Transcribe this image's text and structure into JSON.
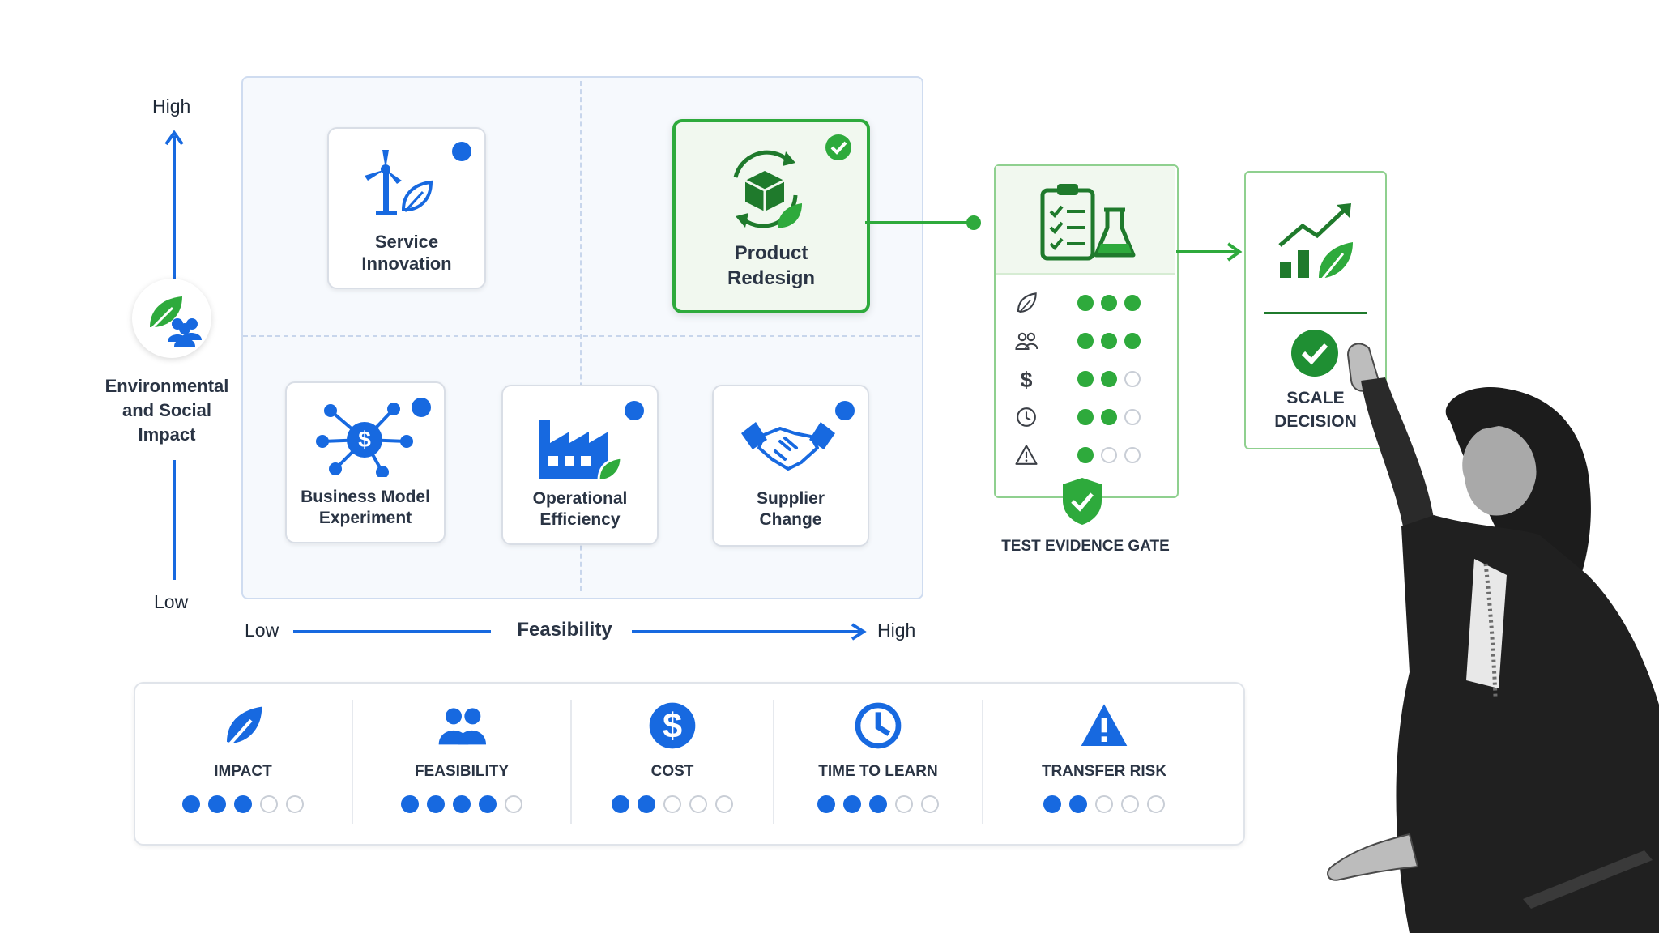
{
  "y_axis": {
    "high": "High",
    "low": "Low",
    "label_lines": [
      "Environmental",
      "and Social",
      "Impact"
    ]
  },
  "x_axis": {
    "low": "Low",
    "label": "Feasibility",
    "high": "High"
  },
  "cards": {
    "service_innovation": [
      "Service",
      "Innovation"
    ],
    "product_redesign": [
      "Product",
      "Redesign"
    ],
    "business_model": [
      "Business Model",
      "Experiment"
    ],
    "operational": [
      "Operational",
      "Efficiency"
    ],
    "supplier": [
      "Supplier",
      "Change"
    ]
  },
  "gate": {
    "title": "TEST EVIDENCE GATE",
    "rows": [
      {
        "icon": "leaf-icon",
        "rating": 3,
        "max": 3
      },
      {
        "icon": "people-icon",
        "rating": 3,
        "max": 3
      },
      {
        "icon": "dollar-icon",
        "rating": 2,
        "max": 3
      },
      {
        "icon": "clock-icon",
        "rating": 2,
        "max": 3
      },
      {
        "icon": "warning-icon",
        "rating": 1,
        "max": 3
      }
    ]
  },
  "scale": {
    "lines": [
      "SCALE",
      "DECISION"
    ]
  },
  "criteria": [
    {
      "label": "IMPACT",
      "icon": "leaf-icon",
      "rating": 3,
      "max": 5
    },
    {
      "label": "FEASIBILITY",
      "icon": "people-icon",
      "rating": 4,
      "max": 5
    },
    {
      "label": "COST",
      "icon": "dollar-icon",
      "rating": 2,
      "max": 5
    },
    {
      "label": "TIME TO LEARN",
      "icon": "clock-icon",
      "rating": 3,
      "max": 5
    },
    {
      "label": "TRANSFER RISK",
      "icon": "warning-icon",
      "rating": 2,
      "max": 5
    }
  ],
  "colors": {
    "blue": "#1769e0",
    "green": "#2eaa3c",
    "dark_green": "#1f7a2c"
  }
}
